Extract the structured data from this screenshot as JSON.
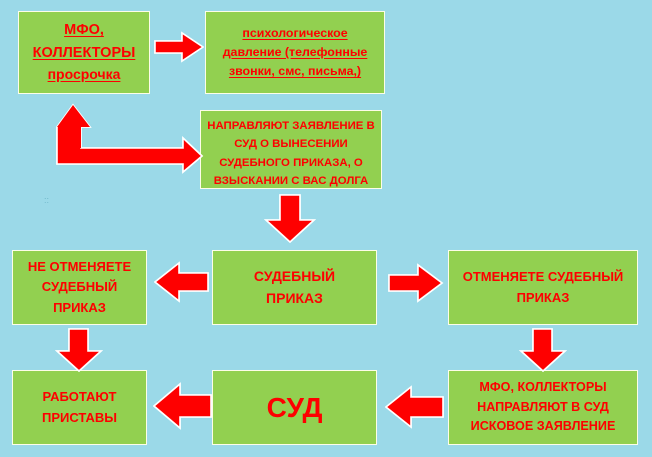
{
  "diagram": {
    "title_semantics": "debt-collection-court-process-flowchart",
    "colors": {
      "background": "#9bd9e8",
      "box_fill": "#92d050",
      "box_border": "#fdfde8",
      "text": "#fe0000",
      "arrow": "#fe0000",
      "arrow_outline": "#ffffff"
    },
    "boxes": [
      {
        "id": "mfo-collectors",
        "underlined": true,
        "lines": [
          "МФО,",
          "КОЛЛЕКТОРЫ",
          "просрочка"
        ]
      },
      {
        "id": "pressure",
        "underlined": true,
        "lines": [
          "психологическое",
          "давление (телефонные",
          "звонки, смс, письма,)"
        ]
      },
      {
        "id": "court-order-request",
        "underlined": false,
        "lines": [
          "НАПРАВЛЯЮТ ЗАЯВЛЕНИЕ В",
          "СУД О ВЫНЕСЕНИИ",
          "СУДЕБНОГО ПРИКАЗА, О",
          "ВЗЫСКАНИИ С ВАС ДОЛГА"
        ]
      },
      {
        "id": "not-cancel",
        "underlined": false,
        "lines": [
          "НЕ ОТМЕНЯЕТЕ",
          "СУДЕБНЫЙ",
          "ПРИКАЗ"
        ]
      },
      {
        "id": "judicial-order",
        "underlined": false,
        "lines": [
          "СУДЕБНЫЙ",
          "ПРИКАЗ"
        ]
      },
      {
        "id": "cancel",
        "underlined": false,
        "lines": [
          "ОТМЕНЯЕТЕ СУДЕБНЫЙ",
          "ПРИКАЗ"
        ]
      },
      {
        "id": "bailiffs",
        "underlined": false,
        "lines": [
          "РАБОТАЮТ",
          "ПРИСТАВЫ"
        ]
      },
      {
        "id": "court",
        "underlined": false,
        "lines": [
          "СУД"
        ]
      },
      {
        "id": "claim",
        "underlined": false,
        "lines": [
          "МФО, КОЛЛЕКТОРЫ",
          "НАПРАВЛЯЮТ В СУД",
          "ИСКОВОЕ ЗАЯВЛЕНИЕ"
        ]
      }
    ],
    "arrows": [
      {
        "id": "mfo-to-pressure",
        "direction": "right"
      },
      {
        "id": "loop-back-and-forward",
        "direction": "elbow-up-right"
      },
      {
        "id": "request-to-order",
        "direction": "down"
      },
      {
        "id": "order-to-not-cancel",
        "direction": "left"
      },
      {
        "id": "order-to-cancel",
        "direction": "right"
      },
      {
        "id": "not-cancel-to-bailiffs",
        "direction": "down"
      },
      {
        "id": "cancel-to-claim",
        "direction": "down"
      },
      {
        "id": "claim-to-court",
        "direction": "left"
      },
      {
        "id": "court-to-bailiffs",
        "direction": "left"
      }
    ],
    "artifact_marks": "::"
  }
}
